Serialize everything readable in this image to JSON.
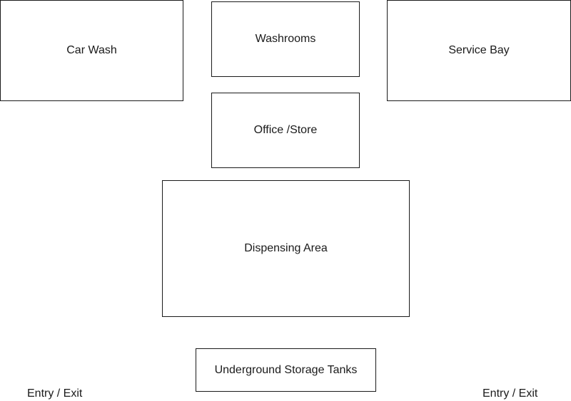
{
  "zones": {
    "car_wash": "Car Wash",
    "washrooms": "Washrooms",
    "service_bay": "Service Bay",
    "office_store": "Office /Store",
    "dispensing_area": "Dispensing Area",
    "underground_storage_tanks": "Underground Storage Tanks"
  },
  "entries": {
    "left": "Entry / Exit",
    "right": "Entry / Exit"
  }
}
